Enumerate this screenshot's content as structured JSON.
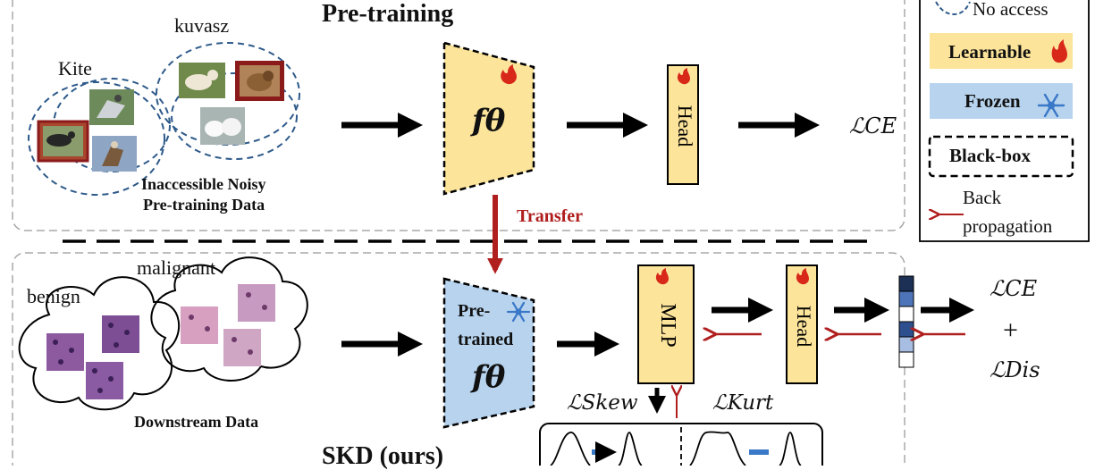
{
  "top_panel": {
    "title": "Pre-training",
    "class_left": "Kite",
    "class_right": "kuvasz",
    "data_caption_1": "Inaccessible Noisy",
    "data_caption_2": "Pre-training Data",
    "encoder_label": "fθ",
    "head_label": "Head",
    "loss": "ℒCE"
  },
  "transfer_label": "Transfer",
  "legend": {
    "no_access": "No access",
    "learnable": "Learnable",
    "frozen": "Frozen",
    "black_box": "Black-box",
    "back_1": "Back",
    "back_2": "propagation"
  },
  "bottom_panel": {
    "title": "SKD (ours)",
    "class_left": "benign",
    "class_right": "malignant",
    "data_caption": "Downstream Data",
    "encoder_line1": "Pre-",
    "encoder_line2": "trained",
    "encoder_label": "fθ",
    "mlp_label": "MLP",
    "head_label": "Head",
    "loss_skew": "ℒSkew",
    "loss_kurt": "ℒKurt",
    "loss_ce": "ℒCE",
    "plus": "+",
    "loss_dis": "ℒDis"
  },
  "colors": {
    "learnable": "#fce49a",
    "frozen": "#b7d3ee",
    "dash_blue": "#2e5a8a",
    "red": "#b01e1e",
    "fire": "#d8281a",
    "snow": "#3a78c8"
  }
}
